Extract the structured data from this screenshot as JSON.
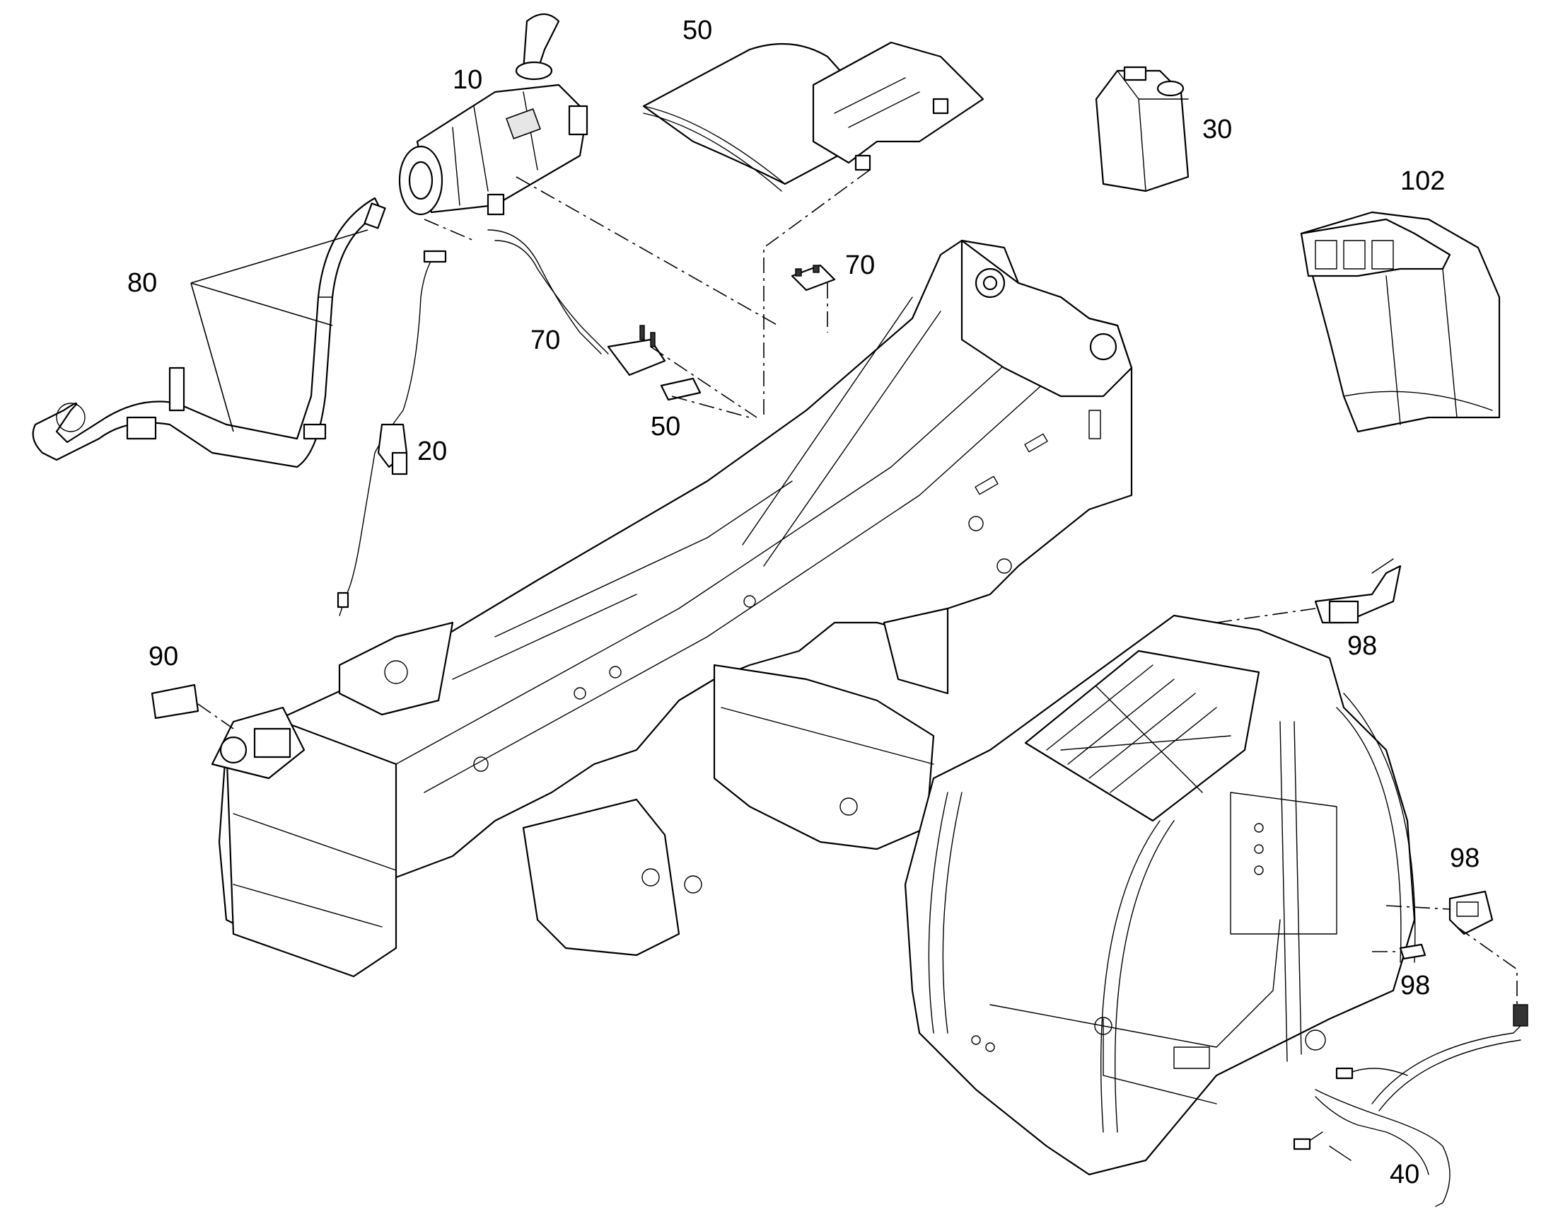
{
  "diagram": {
    "callouts": {
      "c10": "10",
      "c20": "20",
      "c30": "30",
      "c40": "40",
      "c50a": "50",
      "c50b": "50",
      "c70a": "70",
      "c70b": "70",
      "c80": "80",
      "c90": "90",
      "c98a": "98",
      "c98b": "98",
      "c98c": "98",
      "c102": "102"
    }
  }
}
